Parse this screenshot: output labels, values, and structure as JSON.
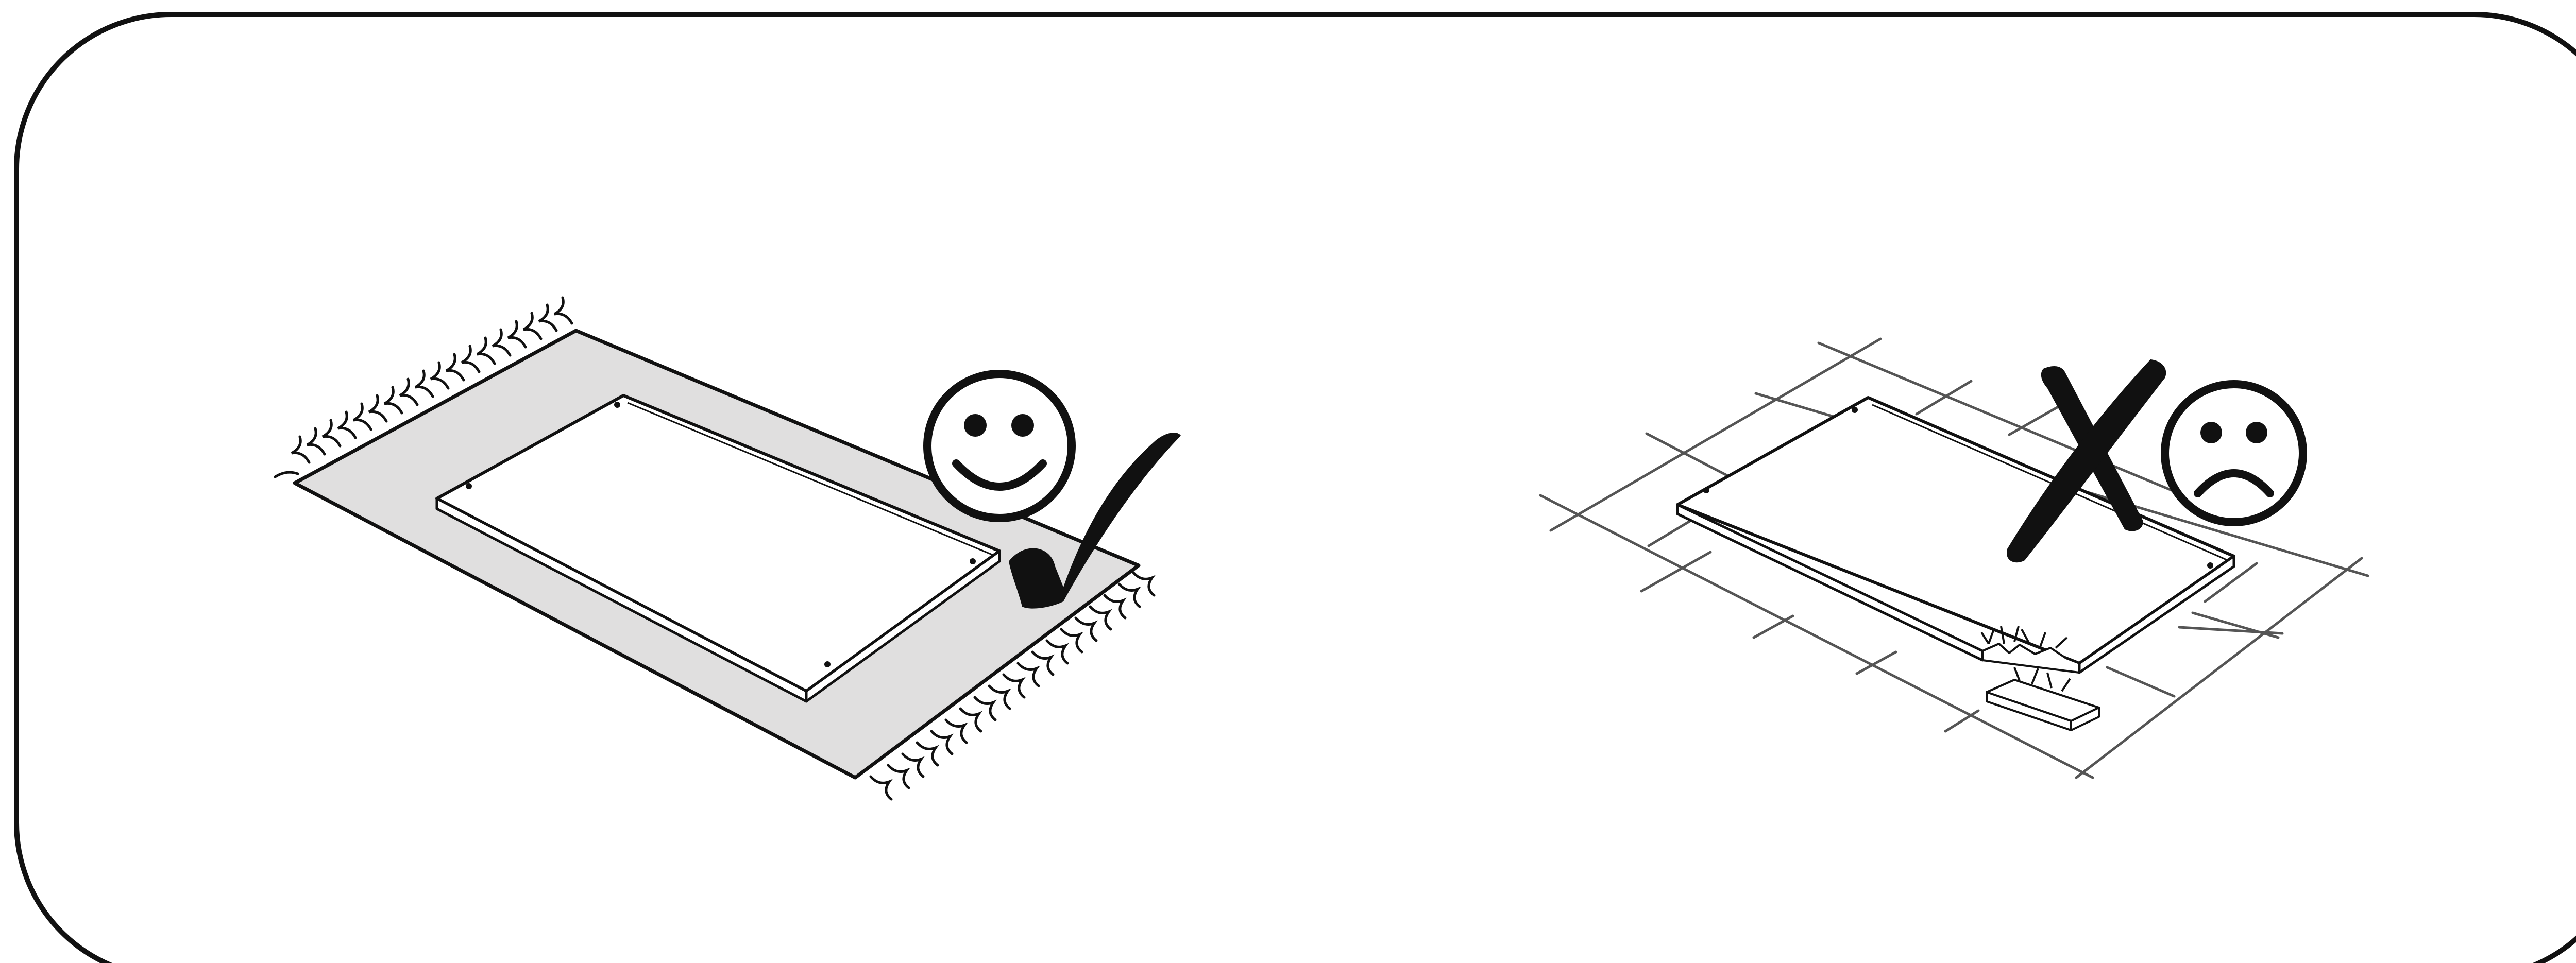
{
  "panels": [
    {
      "id": "correct",
      "surface": "rug",
      "verdict": "correct",
      "face": "smiley-face-icon",
      "mark": "checkmark-icon"
    },
    {
      "id": "incorrect",
      "surface": "tiled-hard-floor",
      "verdict": "incorrect",
      "face": "sad-face-icon",
      "mark": "x-mark-icon",
      "damage": "broken-corner"
    }
  ],
  "colors": {
    "ink": "#111111",
    "rug": "#e0dfdf",
    "panel": "#ffffff",
    "grid": "#555555"
  }
}
